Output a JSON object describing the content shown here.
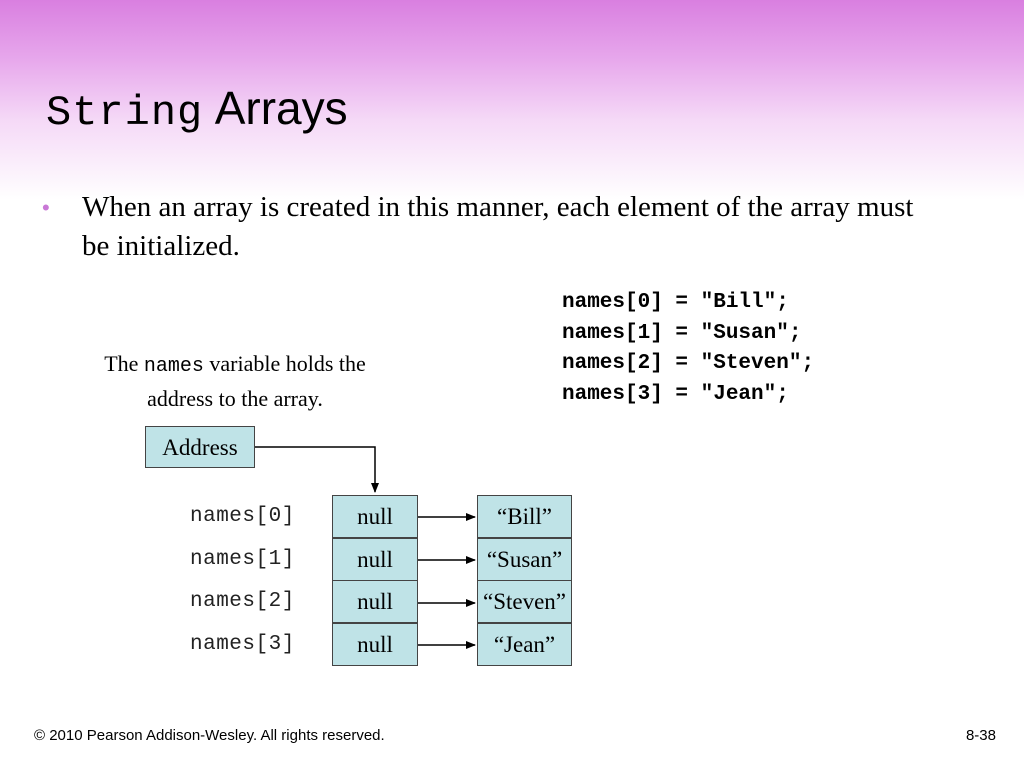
{
  "slide": {
    "title_mono": "String",
    "title_sans": "Arrays",
    "bullet": "When an array is created in this manner, each element of the array must be initialized.",
    "code_lines": [
      "names[0] = \"Bill\";",
      "names[1] = \"Susan\";",
      "names[2] = \"Steven\";",
      "names[3] = \"Jean\";"
    ],
    "note": {
      "before": "The ",
      "mono": "names",
      "after": " variable holds the address to the array."
    },
    "diagram": {
      "address_label": "Address",
      "index_labels": [
        "names[0]",
        "names[1]",
        "names[2]",
        "names[3]"
      ],
      "array_values": [
        "null",
        "null",
        "null",
        "null"
      ],
      "string_values": [
        "“Bill”",
        "“Susan”",
        "“Steven”",
        "“Jean”"
      ]
    },
    "footer": {
      "copyright": "© 2010 Pearson Addison-Wesley. All rights reserved.",
      "page": "8-38"
    },
    "colors": {
      "header_accent": "#d97fe0",
      "bullet": "#c978d6",
      "box_fill": "#bfe3e7"
    }
  }
}
